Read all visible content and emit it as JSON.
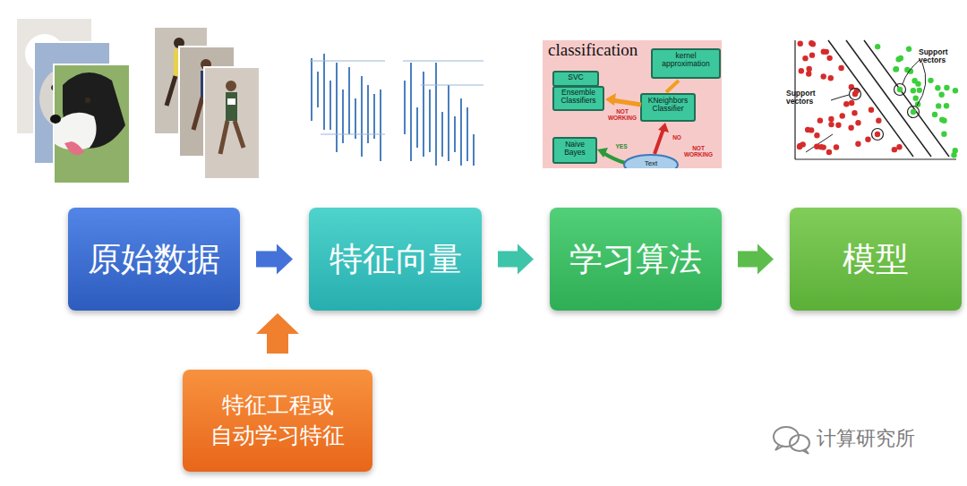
{
  "diagram": {
    "nodes": [
      {
        "text": [
          "原始数据"
        ]
      },
      {
        "text": [
          "特征向量"
        ]
      },
      {
        "text": [
          "学习算法"
        ]
      },
      {
        "text": [
          "模型"
        ]
      },
      {
        "text": [
          "特征工程或 自动学习特征"
        ]
      }
    ],
    "edges": [
      {
        "from": 0,
        "to": 1,
        "arrow": "to"
      },
      {
        "from": 1,
        "to": 2,
        "arrow": "to"
      },
      {
        "from": 2,
        "to": 3,
        "arrow": "to"
      }
    ],
    "labels": [
      "classification",
      "kernel approximation",
      "SVC",
      "Ensemble Classifiers",
      "NOT WORKING",
      "KNeighbors Classifier",
      "Naive Bayes",
      "YES",
      "NO",
      "NOT WORKING",
      "Text",
      "Support vectors",
      "Support vectors",
      "计算研究所"
    ]
  }
}
